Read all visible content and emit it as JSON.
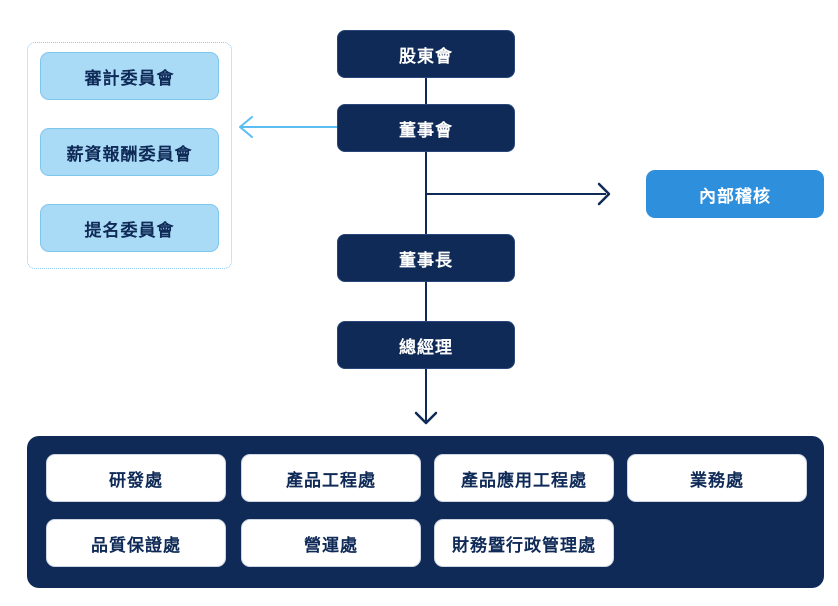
{
  "main_chain": {
    "shareholders": "股東會",
    "board": "董事會",
    "chairman": "董事長",
    "general_manager": "總經理"
  },
  "committees": [
    "審計委員會",
    "薪資報酬委員會",
    "提名委員會"
  ],
  "internal_audit": "內部稽核",
  "departments": {
    "row1": [
      "研發處",
      "產品工程處",
      "產品應用工程處",
      "業務處"
    ],
    "row2": [
      "品質保證處",
      "營運處",
      "財務暨行政管理處"
    ]
  },
  "colors": {
    "navy": "#0f2a57",
    "committee_fill": "#a9dbf7",
    "audit_fill": "#2e8fdc",
    "committee_arrow": "#5bbef0"
  }
}
